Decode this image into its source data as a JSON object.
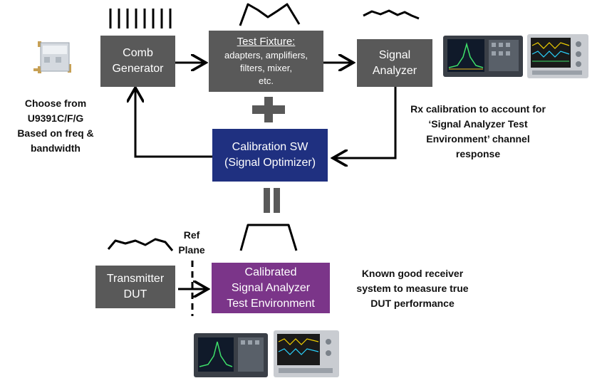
{
  "comb": {
    "line1": "Comb",
    "line2": "Generator"
  },
  "fixture": {
    "title": "Test Fixture:",
    "line1": "adapters, amplifiers,",
    "line2": "filters, mixer,",
    "line3": "etc."
  },
  "analyzer": {
    "line1": "Signal",
    "line2": "Analyzer"
  },
  "calsw": {
    "line1": "Calibration SW",
    "line2": "(Signal Optimizer)"
  },
  "transmitter": {
    "line1": "Transmitter",
    "line2": "DUT"
  },
  "calibrated": {
    "line1": "Calibrated",
    "line2": "Signal Analyzer",
    "line3": "Test Environment"
  },
  "left_note": {
    "line1": "Choose from",
    "line2": "U9391C/F/G",
    "line3": "Based on freq &",
    "line4": "bandwidth"
  },
  "rx_note": {
    "line1": "Rx calibration to account for",
    "line2": "‘Signal Analyzer Test",
    "line3": "Environment’ channel",
    "line4": "response"
  },
  "ref_plane": {
    "line1": "Ref",
    "line2": "Plane"
  },
  "known_note": {
    "line1": "Known good receiver",
    "line2": "system to measure true",
    "line3": "DUT performance"
  },
  "colors": {
    "dark_box": "#595959",
    "cal_sw": "#1f3080",
    "calibrated": "#7b3589",
    "symbol": "#595959"
  }
}
